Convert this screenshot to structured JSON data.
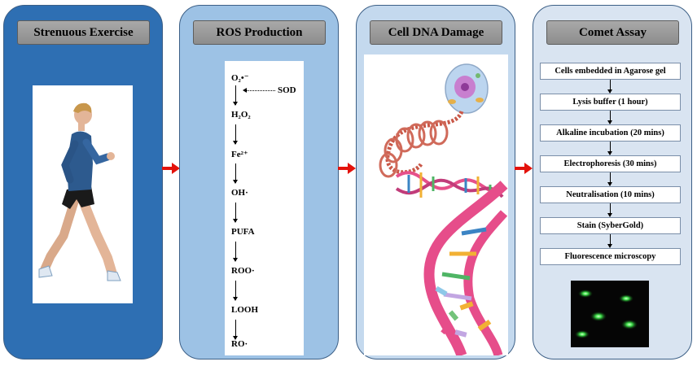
{
  "panels": {
    "exercise": {
      "title": "Strenuous Exercise"
    },
    "ros": {
      "title": "ROS Production",
      "chain": [
        "O₂•⁻",
        "H₂O₂",
        "Fe²⁺",
        "OH·",
        "PUFA",
        "ROO·",
        "LOOH",
        "RO·"
      ],
      "enzyme": "SOD"
    },
    "dna": {
      "title": "Cell DNA Damage"
    },
    "comet": {
      "title": "Comet Assay",
      "steps": [
        "Cells embedded in Agarose gel",
        "Lysis buffer (1 hour)",
        "Alkaline incubation (20 mins)",
        "Electrophoresis (30 mins)",
        "Neutralisation (10 mins)",
        "Stain (SyberGold)",
        "Fluorescence microscopy"
      ]
    }
  },
  "colors": {
    "panel1": "#2e6fb3",
    "panel2": "#9dc2e5",
    "panel3": "#c4d9ee",
    "panel4": "#d9e4f1",
    "flow_arrow": "#e3120b",
    "comet_glow": "#3ee04a"
  },
  "icons": [
    "runner-illustration",
    "cell-illustration",
    "dna-helix-illustration",
    "comet-microscopy-image"
  ]
}
